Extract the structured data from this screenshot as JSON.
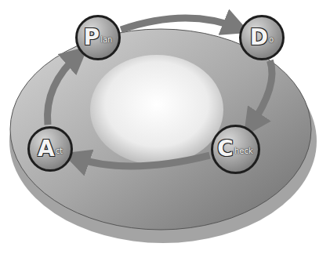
{
  "diagram": {
    "nodes": [
      {
        "text": [
          "P",
          "lan"
        ]
      },
      {
        "text": [
          "D",
          "o"
        ]
      },
      {
        "text": [
          "C",
          "heck"
        ]
      },
      {
        "text": [
          "A",
          "ct"
        ]
      }
    ],
    "edges": [
      {
        "from": 0,
        "to": 1,
        "arrow": "to"
      },
      {
        "from": 1,
        "to": 2,
        "arrow": "to"
      },
      {
        "from": 2,
        "to": 3,
        "arrow": "to"
      },
      {
        "from": 3,
        "to": 0,
        "arrow": "to"
      }
    ]
  }
}
